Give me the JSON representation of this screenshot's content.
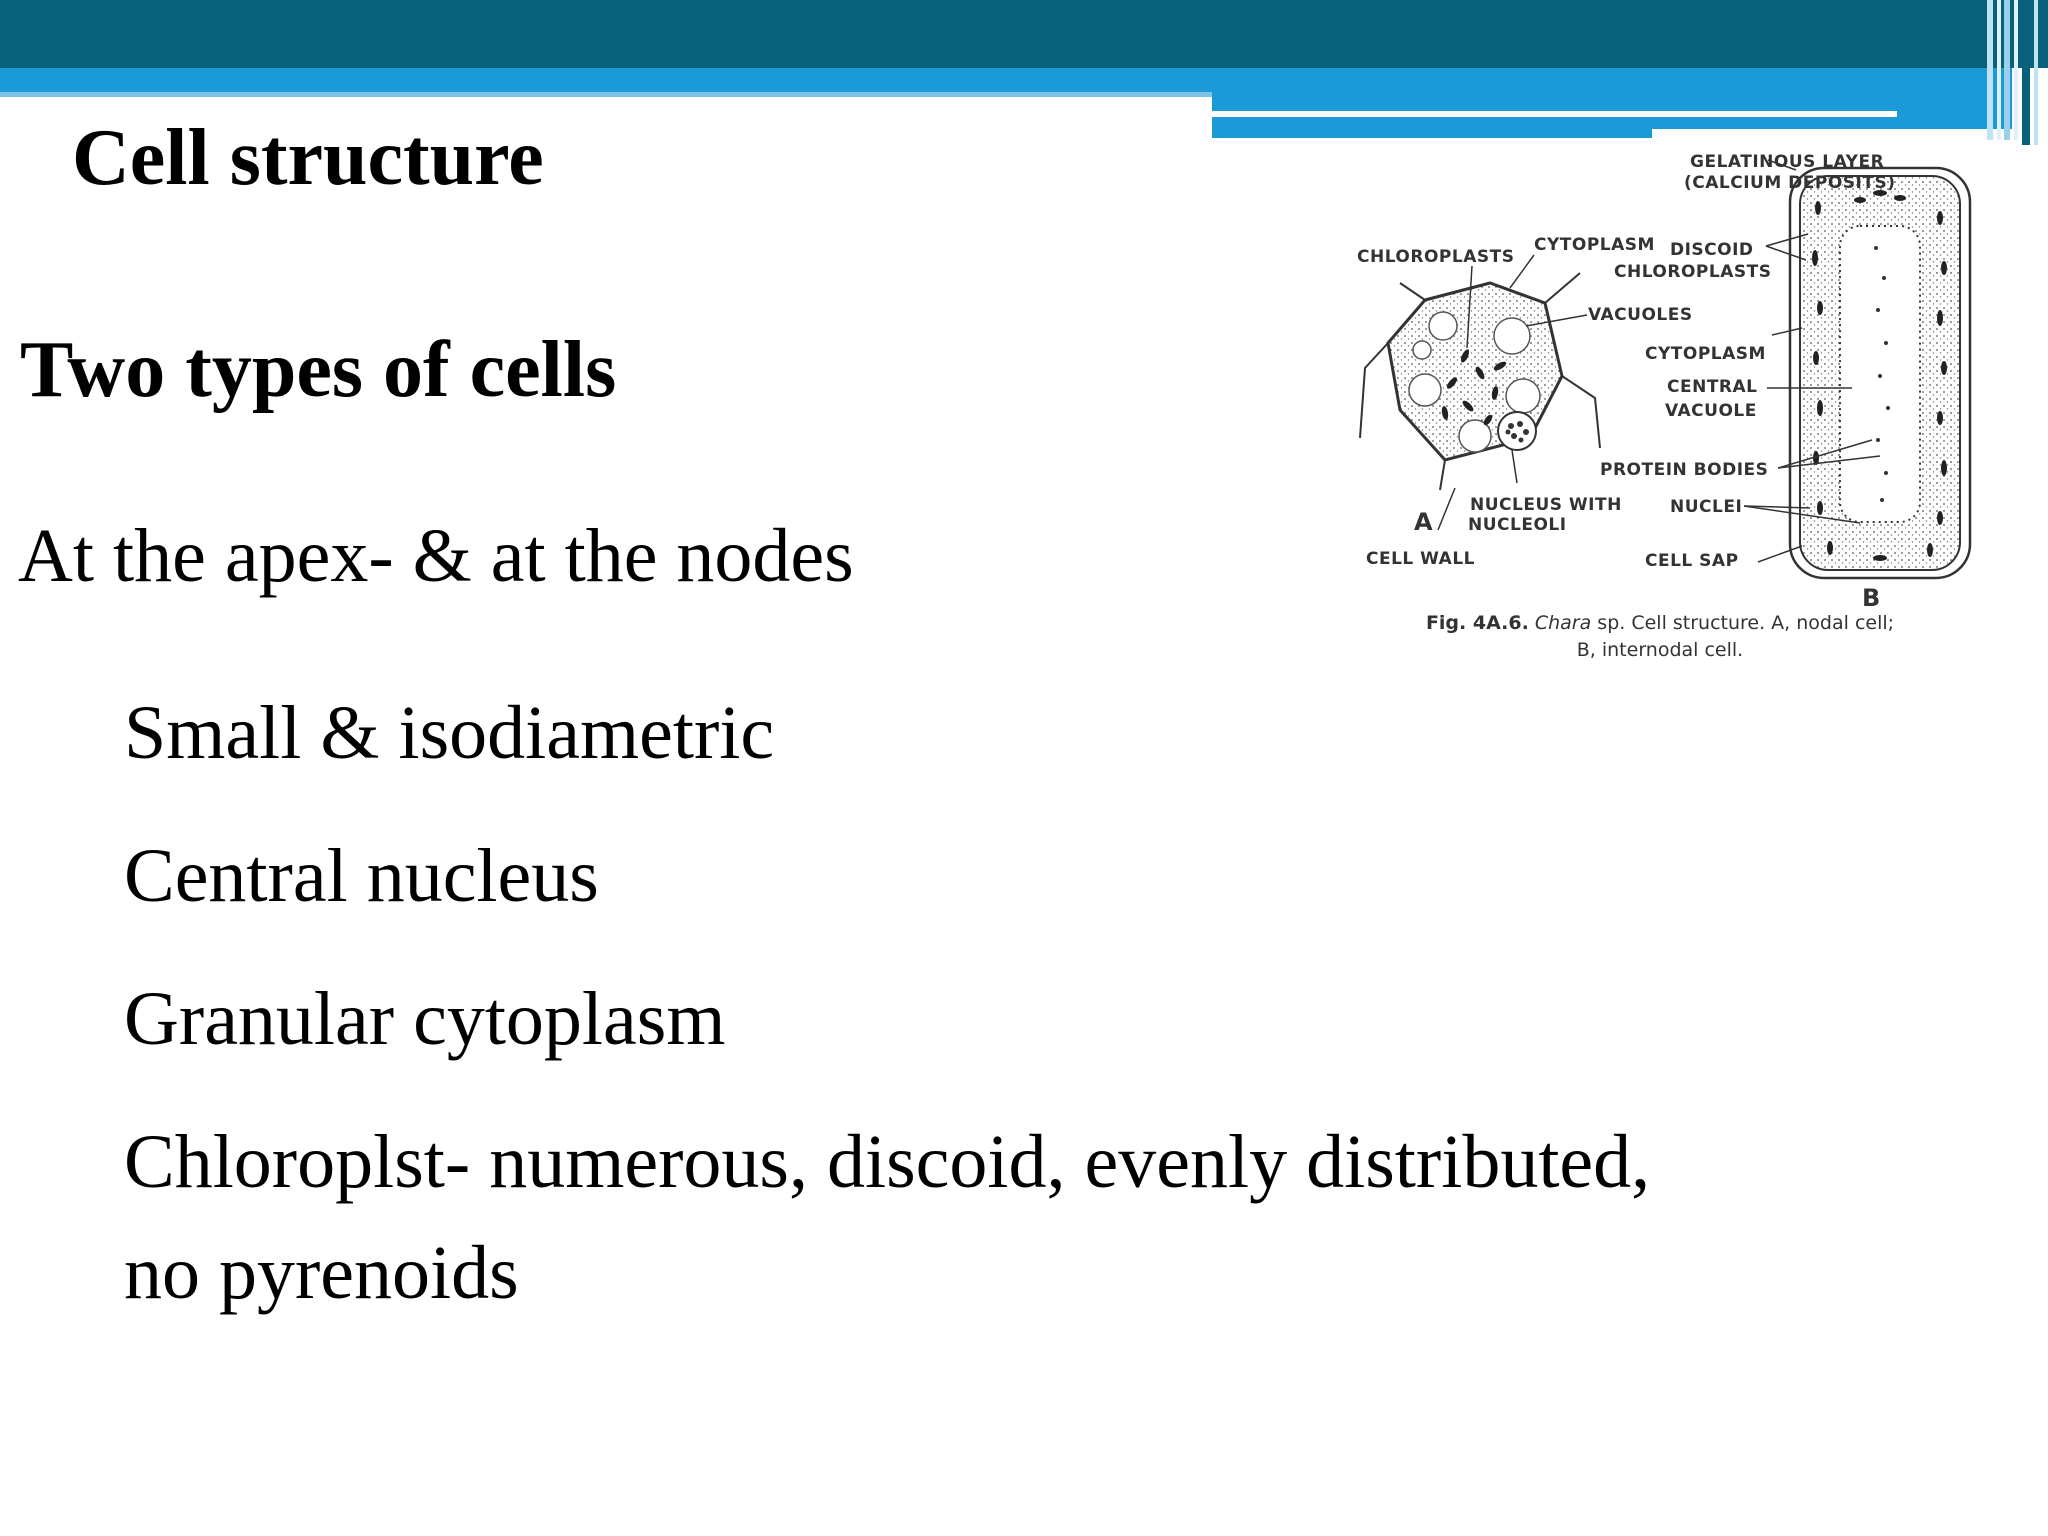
{
  "slide": {
    "title": "Cell structure",
    "subtitle": "Two types of cells",
    "intro_line": "At the apex- & at the nodes",
    "bullets": [
      "Small & isodiametric",
      "Central nucleus",
      "Granular cytoplasm",
      "Chloroplst- numerous, discoid, evenly distributed,"
    ],
    "continuation": "no pyrenoids"
  },
  "figure": {
    "labels": {
      "gelatinous_1": "GELATINOUS LAYER",
      "gelatinous_2": "(CALCIUM DEPOSITS)",
      "chloroplasts": "CHLOROPLASTS",
      "cytoplasm_a": "CYTOPLASM",
      "discoid": "DISCOID",
      "discoid_chloroplasts": "CHLOROPLASTS",
      "vacuoles": "VACUOLES",
      "cytoplasm_b": "CYTOPLASM",
      "central": "CENTRAL",
      "vacuole": "VACUOLE",
      "protein_bodies": "PROTEIN BODIES",
      "nucleus_with": "NUCLEUS WITH",
      "nucleoli": "NUCLEOLI",
      "nuclei": "NUCLEI",
      "cell_wall": "CELL WALL",
      "cell_sap": "CELL SAP",
      "a": "A",
      "b": "B"
    },
    "caption_fig": "Fig. 4A.6.",
    "caption_species": "Chara",
    "caption_rest": " sp. Cell structure. A, nodal cell;",
    "caption_line2": "B, internodal cell."
  },
  "colors": {
    "banner_dark": "#08607a",
    "banner_blue": "#1a9ad6",
    "banner_light": "#bfe2f3"
  }
}
